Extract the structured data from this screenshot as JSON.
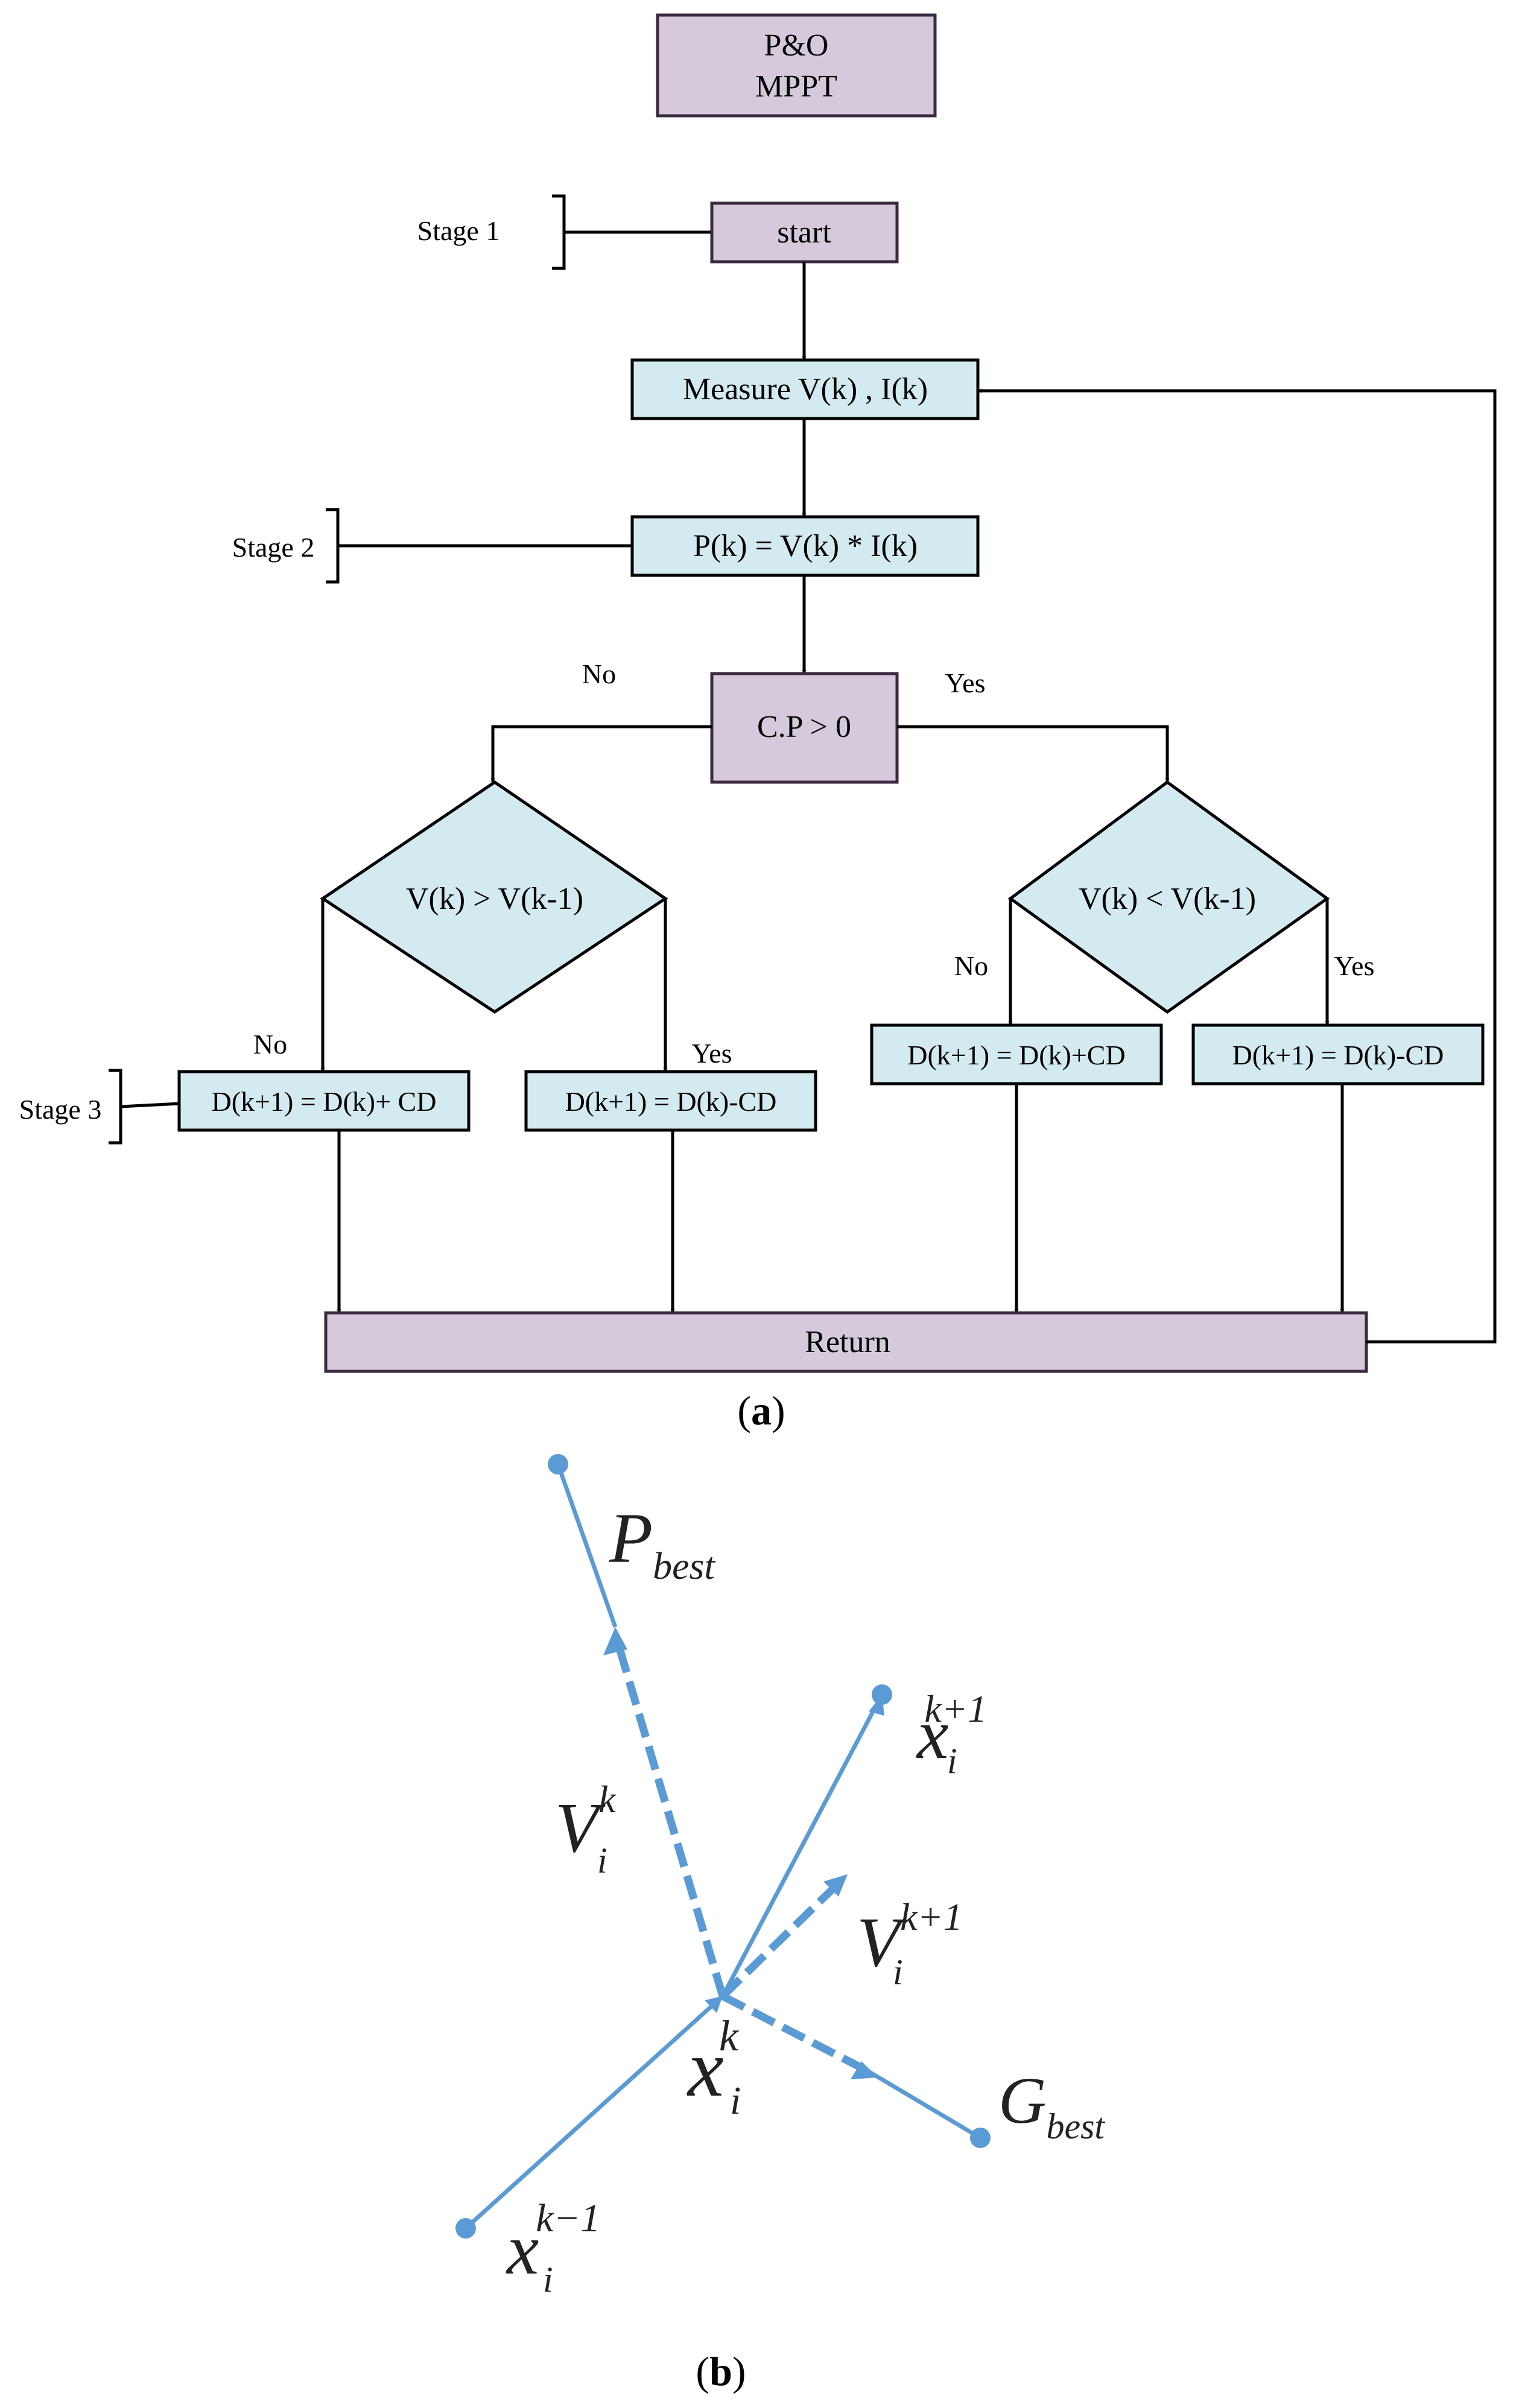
{
  "flowchart": {
    "title": {
      "line1": "P&O",
      "line2": "MPPT"
    },
    "start": "start",
    "measure": "Measure V(k) , I(k)",
    "power": "P(k) = V(k) * I(k)",
    "condition": "C.P > 0",
    "cond_no": "No",
    "cond_yes": "Yes",
    "left_decision": "V(k) > V(k-1)",
    "right_decision": "V(k) < V(k-1)",
    "left_no": "No",
    "left_yes": "Yes",
    "right_no": "No",
    "right_yes": "Yes",
    "box_ll": "D(k+1) = D(k)+ CD",
    "box_lr": "D(k+1) = D(k)-CD",
    "box_rl": "D(k+1) = D(k)+CD",
    "box_rr": "D(k+1) = D(k)-CD",
    "return": "Return",
    "stage1": "Stage 1",
    "stage2": "Stage 2",
    "stage3": "Stage 3",
    "caption_a": "a",
    "colors": {
      "purple_fill": "#d6c9dc",
      "purple_stroke": "#3a2a40",
      "blue_fill": "#d3ebf0",
      "line": "#000000"
    }
  },
  "pso": {
    "p_best": {
      "base": "P",
      "sub": "best"
    },
    "g_best": {
      "base": "G",
      "sub": "best"
    },
    "v_k": {
      "base": "V",
      "sub": "i",
      "sup": "k"
    },
    "v_k1": {
      "base": "V",
      "sub": "i",
      "sup": "k+1"
    },
    "x_k": {
      "base": "x",
      "sub": "i",
      "sup": "k"
    },
    "x_k1": {
      "base": "x",
      "sub": "i",
      "sup": "k+1"
    },
    "x_km1": {
      "base": "x",
      "sub": "i",
      "sup": "k−1"
    },
    "caption_b": "b",
    "colors": {
      "vector": "#5b9bd5"
    }
  }
}
